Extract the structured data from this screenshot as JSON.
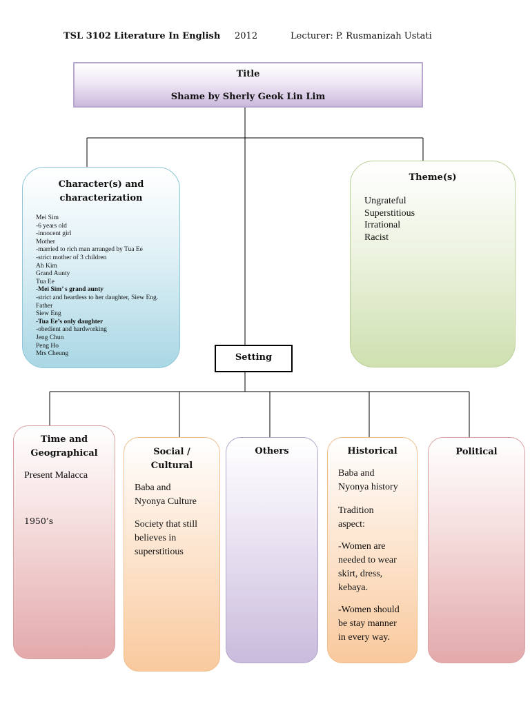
{
  "header": {
    "course": "TSL 3102 Literature In English",
    "year": "2012",
    "lecturer": "Lecturer: P. Rusmanizah Ustati"
  },
  "title_box": {
    "label": "Title",
    "value": "Shame by Sherly Geok Lin Lim"
  },
  "characters": {
    "title_line1": "Character(s) and",
    "title_line2": "characterization",
    "lines": [
      "Mei Sim",
      "-6 years old",
      "-innocent girl",
      "Mother",
      "-married to rich man arranged by Tua Ee",
      "-strict mother of 3 children",
      "Ah Kim",
      "Grand Aunty",
      "Tua Ee",
      "-Mei Sim’ s grand aunty",
      "-strict and heartless to her daughter, Siew Eng.",
      "Father",
      "Siew Eng",
      "-Tua Ee’s only daughter",
      "-obedient and hardworking",
      "Jeng Chun",
      "Peng Ho",
      "Mrs Cheung"
    ]
  },
  "themes": {
    "title": "Theme(s)",
    "items": [
      "Ungrateful",
      "Superstitious",
      "Irrational",
      "Racist"
    ]
  },
  "setting": {
    "title": "Setting"
  },
  "categories": {
    "time": {
      "title_line1": "Time and",
      "title_line2": "Geographical",
      "text1": "Present Malacca",
      "text2": "1950’s"
    },
    "social": {
      "title_line1": "Social /",
      "title_line2": "Cultural",
      "p1_line1": "Baba and",
      "p1_line2": "Nyonya Culture",
      "p2_line1": "Society that still",
      "p2_line2": "believes in",
      "p2_line3": "superstitious"
    },
    "others": {
      "title": "Others"
    },
    "historical": {
      "title": "Historical",
      "p1_line1": "Baba and",
      "p1_line2": "Nyonya history",
      "p2_line1": "Tradition",
      "p2_line2": "aspect:",
      "p3_line1": "-Women are",
      "p3_line2": "needed to wear",
      "p3_line3": "skirt, dress,",
      "p3_line4": "kebaya.",
      "p4_line1": "-Women should",
      "p4_line2": "be stay manner",
      "p4_line3": "in every way."
    },
    "political": {
      "title": "Political"
    }
  }
}
